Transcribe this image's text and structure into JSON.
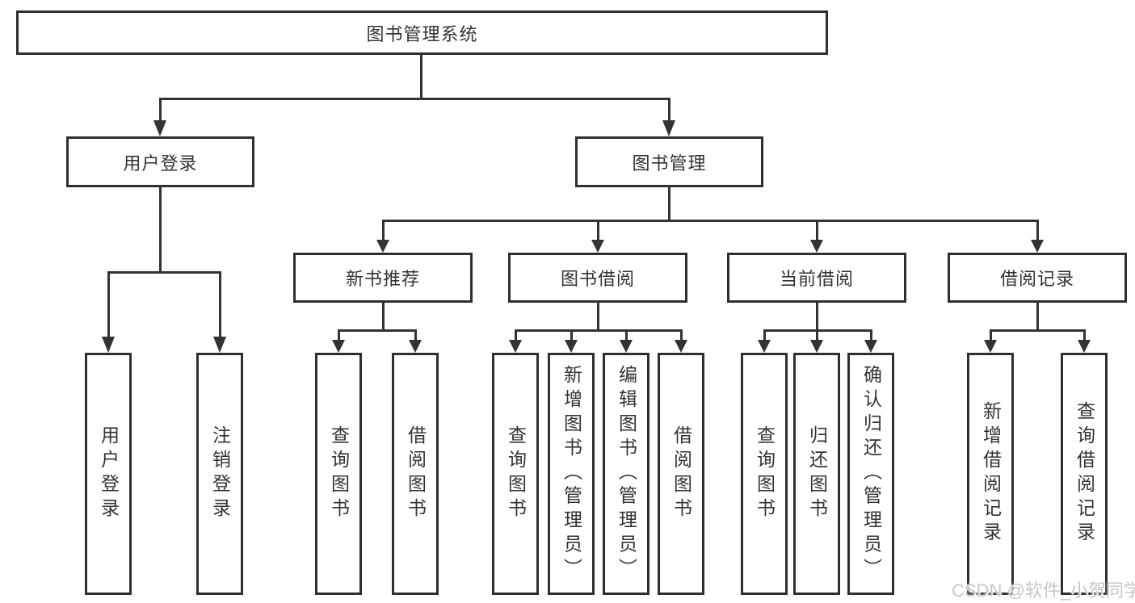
{
  "diagram": {
    "root": "图书管理系统",
    "level2": [
      "用户登录",
      "图书管理"
    ],
    "level3": [
      "新书推荐",
      "图书借阅",
      "当前借阅",
      "借阅记录"
    ],
    "leaves_user_login": [
      "用户登录",
      "注销登录"
    ],
    "leaves_new_book": [
      "查询图书",
      "借阅图书"
    ],
    "leaves_book_borrow": [
      "查询图书",
      "新增图书（管理员）",
      "编辑图书（管理员）",
      "借阅图书"
    ],
    "leaves_current_borrow": [
      "查询图书",
      "归还图书",
      "确认归还（管理员）"
    ],
    "leaves_borrow_record": [
      "新增借阅记录",
      "查询借阅记录"
    ]
  },
  "watermark": {
    "text": "CSDN @软件_小贺同学"
  },
  "colors": {
    "line": "#333333",
    "text": "#333333",
    "background": "#ffffff",
    "watermark": "#c7c7c7"
  }
}
